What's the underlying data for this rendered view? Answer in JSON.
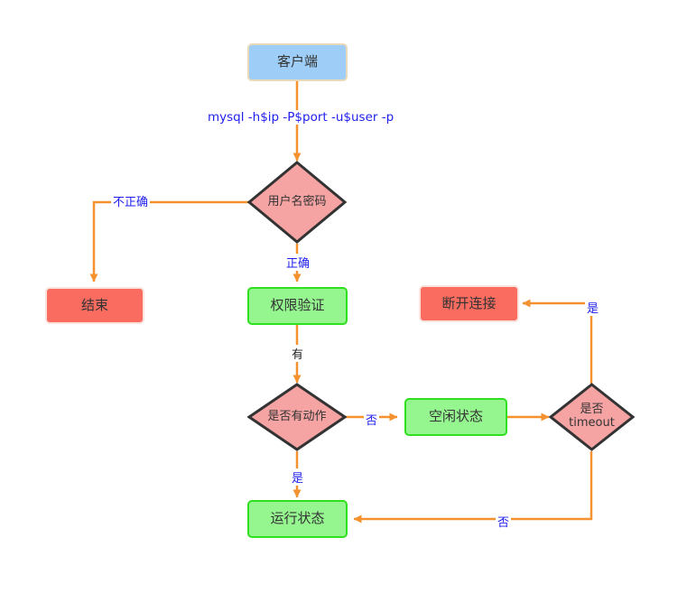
{
  "diagram": {
    "title": "MySQL connection lifecycle flowchart",
    "background": "#ffffff",
    "edge_color": "#f5922f",
    "label_color": "#2020ee"
  },
  "nodes": {
    "client": {
      "label": "客户端",
      "shape": "box",
      "fill": "#9ecdf7",
      "stroke": "#e8d9b8"
    },
    "auth_check": {
      "label": "用户名密码",
      "shape": "diamond",
      "fill": "#f5a3a3",
      "stroke": "#333333"
    },
    "end": {
      "label": "结束",
      "shape": "box",
      "fill": "#fa6b60",
      "stroke": "#fae3dc"
    },
    "privilege": {
      "label": "权限验证",
      "shape": "box",
      "fill": "#95f58f",
      "stroke": "#2fe01f"
    },
    "has_action": {
      "label": "是否有动作",
      "shape": "diamond",
      "fill": "#f5a3a3",
      "stroke": "#333333"
    },
    "idle": {
      "label": "空闲状态",
      "shape": "box",
      "fill": "#95f58f",
      "stroke": "#2fe01f"
    },
    "timeout": {
      "label_line1": "是否",
      "label_line2": "timeout",
      "shape": "diamond",
      "fill": "#f5a3a3",
      "stroke": "#333333"
    },
    "disconnect": {
      "label": "断开连接",
      "shape": "box",
      "fill": "#fa6b60",
      "stroke": "#fae3dc"
    },
    "running": {
      "label": "运行状态",
      "shape": "box",
      "fill": "#95f58f",
      "stroke": "#2fe01f"
    }
  },
  "edge_labels": {
    "connect_command": "mysql -h$ip -P$port -u$user -p",
    "auth_incorrect": "不正确",
    "auth_correct": "正确",
    "privilege_has": "有",
    "action_no": "否",
    "action_yes": "是",
    "timeout_yes": "是",
    "timeout_no": "否"
  }
}
